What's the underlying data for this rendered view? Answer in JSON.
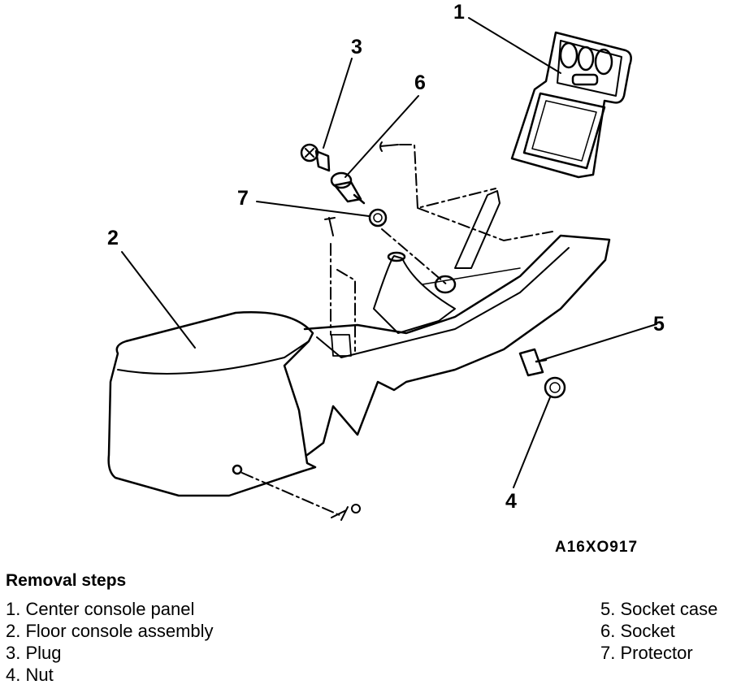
{
  "figure": {
    "code": "A16XO917",
    "callouts": [
      "1",
      "2",
      "3",
      "4",
      "5",
      "6",
      "7"
    ]
  },
  "removal": {
    "heading": "Removal steps",
    "steps": [
      "1. Center console panel",
      "2. Floor console assembly",
      "3. Plug",
      "4. Nut",
      "5. Socket case",
      "6. Socket",
      "7. Protector"
    ]
  }
}
